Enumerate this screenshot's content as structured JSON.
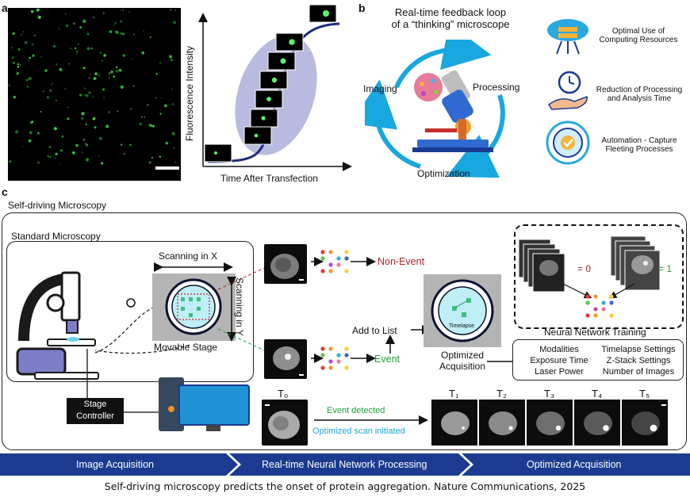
{
  "panels": {
    "a": "a",
    "b": "b",
    "c": "c"
  },
  "panel_a": {
    "y_axis": "Fluorescence Intensity",
    "x_axis": "Time After Transfection"
  },
  "panel_b": {
    "title_line1": "Real-time feedback loop",
    "title_line2": "of a “thinking” microscope",
    "loop": {
      "imaging": "Imaging",
      "processing": "Processing",
      "optimization": "Optimization"
    },
    "benefits": [
      {
        "line1": "Optimal Use of",
        "line2": "Computing Resources",
        "icon": "cloud-server-icon"
      },
      {
        "line1": "Reduction of Processing",
        "line2": "and Analysis Time",
        "icon": "clock-hand-icon"
      },
      {
        "line1": "Automation - Capture",
        "line2": "Fleeting Processes",
        "icon": "gear-check-icon"
      }
    ]
  },
  "panel_c": {
    "title": "Self-driving Microscopy",
    "standard": "Standard Microscopy",
    "scan_x": "Scanning in X",
    "scan_y": "Scanning in Y",
    "movable_stage": "Movable Stage",
    "stage_controller_1": "Stage",
    "stage_controller_2": "Controller",
    "non_event": "Non-Event",
    "event": "Event",
    "add_to_list": "Add to List",
    "timelapse": "Timelapse",
    "optimized_1": "Optimized",
    "optimized_2": "Acquisition",
    "nn_training": "Neural Network Training",
    "eq0": "= 0",
    "eq1": "= 1",
    "settings": [
      "Modalities",
      "Timelapse Settings",
      "Exposure Time",
      "Z-Stack Settings",
      "Laser Power",
      "Number of Images"
    ],
    "t0": "T₀",
    "t_labels": [
      "T₁",
      "T₂",
      "T₃",
      "T₄",
      "T₅"
    ],
    "event_detected": "Event detected",
    "optimized_scan": "Optimized scan initiated",
    "colors": {
      "red": "#b2232f",
      "green": "#1f9c3a",
      "cyan": "#1aa6d6",
      "blue": "#1a3b8f"
    }
  },
  "bands": [
    "Image Acquisition",
    "Real-time Neural Network Processing",
    "Optimized Acquisition"
  ],
  "caption": "Self-driving microscopy predicts the onset of protein aggregation. Nature Communications, 2025"
}
